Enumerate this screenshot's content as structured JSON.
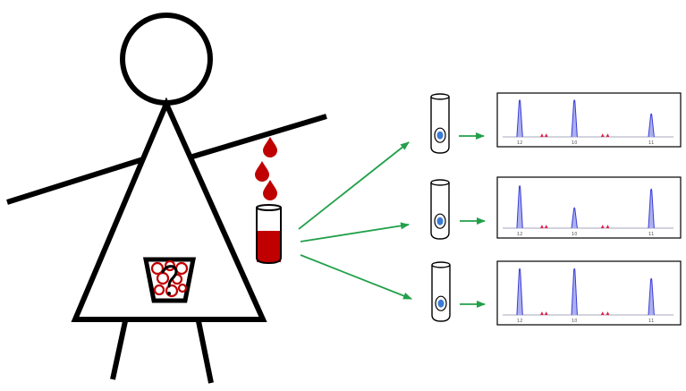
{
  "colors": {
    "stroke": "#000000",
    "blood": "#c00000",
    "blood_dark": "#8b0000",
    "arrow": "#22a04a",
    "cell_nucleus": "#3a7bd5",
    "peak": "#3b3bd6",
    "peak_shadow": "#aab0f0",
    "stutter": "#e0204a",
    "baseline": "#8a8aa8"
  },
  "icons": {
    "person": "stick-figure-woman-icon",
    "uterus": "uterus-with-mixed-cells-icon",
    "drop": "blood-drop-icon",
    "tube": "blood-tube-icon",
    "cell_tube": "single-cell-tube-icon"
  },
  "electropherograms": [
    {
      "tick_labels": [
        "12",
        "10",
        "11"
      ],
      "peak_heights": [
        0.95,
        0.95,
        0.6
      ]
    },
    {
      "tick_labels": [
        "12",
        "10",
        "11"
      ],
      "peak_heights": [
        0.92,
        0.45,
        0.85
      ]
    },
    {
      "tick_labels": [
        "12",
        "10",
        "11"
      ],
      "peak_heights": [
        0.95,
        0.95,
        0.75
      ]
    }
  ]
}
